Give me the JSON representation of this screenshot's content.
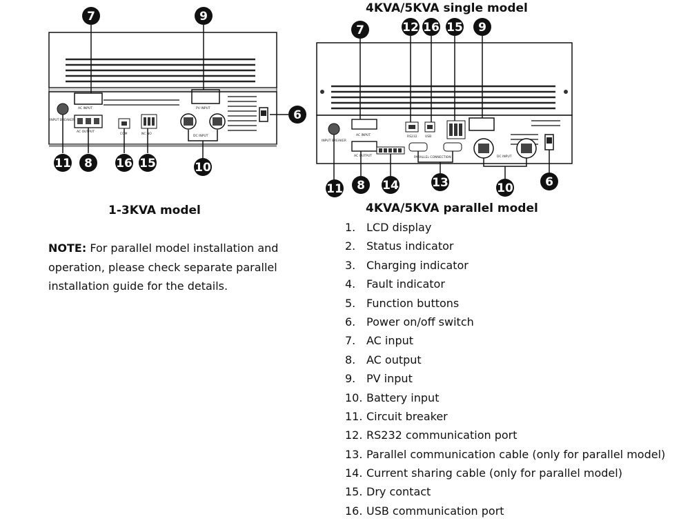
{
  "headings": {
    "model_small": "1-3KVA model",
    "model_single": "4KVA/5KVA single model",
    "model_parallel": "4KVA/5KVA parallel model"
  },
  "note": {
    "label": "NOTE:",
    "text": "For parallel model installation and operation, please check separate parallel installation guide for the details."
  },
  "parts": [
    {
      "num": "1.",
      "label": "LCD display"
    },
    {
      "num": "2.",
      "label": "Status indicator"
    },
    {
      "num": "3.",
      "label": "Charging indicator"
    },
    {
      "num": "4.",
      "label": "Fault indicator"
    },
    {
      "num": "5.",
      "label": "Function buttons"
    },
    {
      "num": "6.",
      "label": "Power on/off switch"
    },
    {
      "num": "7.",
      "label": "AC input"
    },
    {
      "num": "8.",
      "label": "AC output"
    },
    {
      "num": "9.",
      "label": "PV input"
    },
    {
      "num": "10.",
      "label": "Battery input"
    },
    {
      "num": "11.",
      "label": "Circuit breaker"
    },
    {
      "num": "12.",
      "label": "RS232 communication port"
    },
    {
      "num": "13.",
      "label": "Parallel communication cable (only for parallel model)"
    },
    {
      "num": "14.",
      "label": "Current sharing cable (only for parallel model)"
    },
    {
      "num": "15.",
      "label": "Dry contact"
    },
    {
      "num": "16.",
      "label": "USB communication port"
    }
  ],
  "diagram_left": {
    "callouts": [
      "7",
      "9",
      "6",
      "11",
      "8",
      "16",
      "15",
      "10"
    ],
    "labels": {
      "ac_input": "AC INPUT",
      "pv_input": "PV INPUT",
      "ac_output": "AC OUTPUT",
      "dc_input": "DC INPUT",
      "com": "COM",
      "dry": "NC NO",
      "breaker": "INPUT BREAKER"
    }
  },
  "diagram_right": {
    "callouts": [
      "7",
      "12",
      "16",
      "15",
      "9",
      "11",
      "8",
      "14",
      "13",
      "10",
      "6"
    ],
    "labels": {
      "ac_input": "AC INPUT",
      "ac_output": "AC OUTPUT",
      "dc_input": "DC INPUT",
      "rs232": "RS232",
      "usb": "USB",
      "parallel": "PARALLEL CONNECTION",
      "breaker": "INPUT BREAKER"
    }
  }
}
